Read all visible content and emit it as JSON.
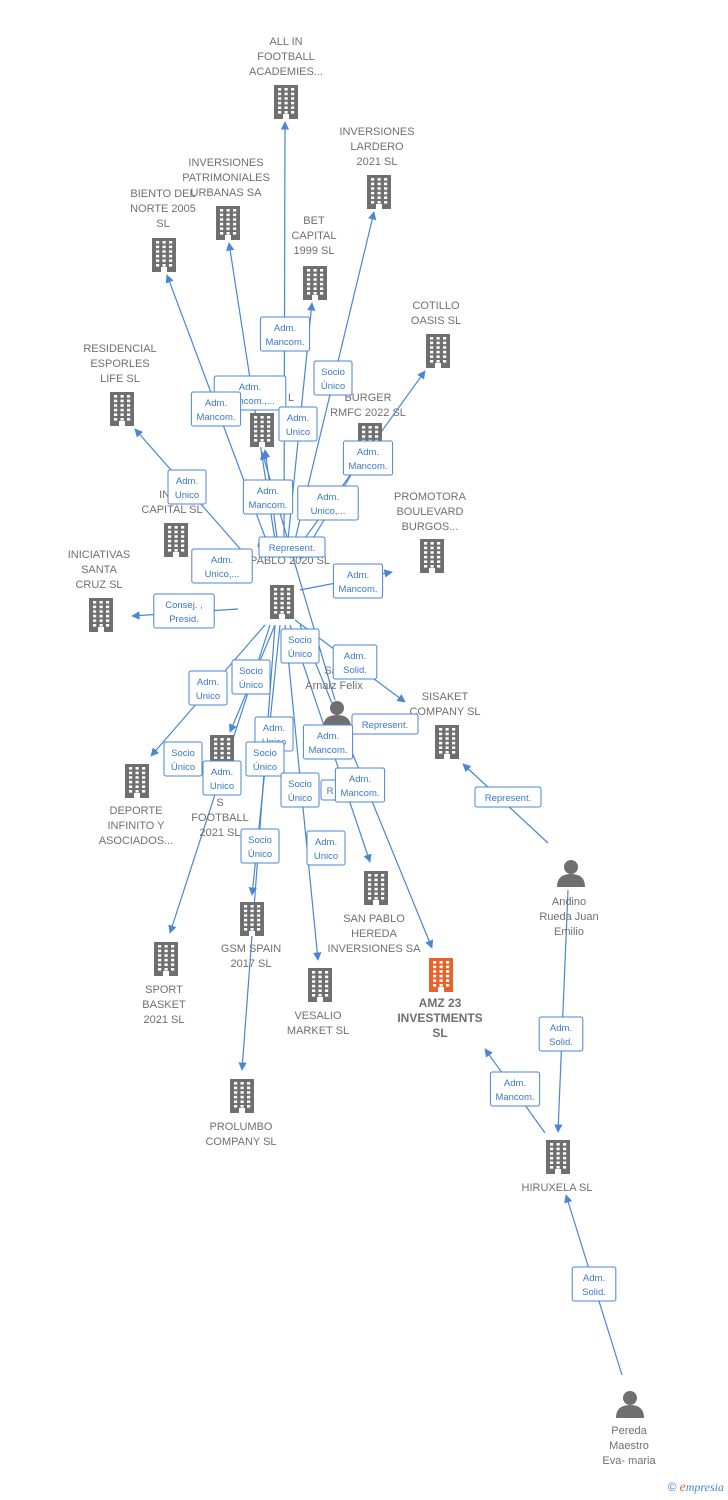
{
  "colors": {
    "edge": "#4a86d4",
    "company": "#6f6f6f",
    "focus": "#e8622c",
    "person": "#6f6f6f"
  },
  "nodes": [
    {
      "id": "n1",
      "kind": "company",
      "label": [
        "ALL IN",
        "FOOTBALL",
        "ACADEMIES..."
      ]
    },
    {
      "id": "n2",
      "kind": "company",
      "label": [
        "INVERSIONES",
        "LARDERO",
        "2021  SL"
      ]
    },
    {
      "id": "n3",
      "kind": "company",
      "label": [
        "INVERSIONES",
        "PATRIMONIALES",
        "URBANAS SA"
      ]
    },
    {
      "id": "n4",
      "kind": "company",
      "label": [
        "BIENTO DEL",
        "NORTE 2005",
        "SL"
      ]
    },
    {
      "id": "n5",
      "kind": "company",
      "label": [
        "BET",
        "CAPITAL",
        "1999  SL"
      ]
    },
    {
      "id": "n6",
      "kind": "company",
      "label": [
        "COTILLO",
        "OASIS  SL"
      ]
    },
    {
      "id": "n7",
      "kind": "company",
      "label": [
        "RESIDENCIAL",
        "ESPORLES",
        "LIFE  SL"
      ]
    },
    {
      "id": "n8",
      "kind": "company",
      "label": [
        "L"
      ]
    },
    {
      "id": "n9",
      "kind": "company",
      "label": [
        "BURGER",
        "RMFC 2022  SL"
      ]
    },
    {
      "id": "n10",
      "kind": "company",
      "label": [
        "IF",
        "INVE",
        "CAPITAL  SL"
      ]
    },
    {
      "id": "n11",
      "kind": "company",
      "label": [
        "PROMOTORA",
        "BOULEVARD",
        "BURGOS..."
      ]
    },
    {
      "id": "n12",
      "kind": "company",
      "label": [
        "INICIATIVAS",
        "SANTA",
        "CRUZ  SL"
      ]
    },
    {
      "id": "n13",
      "kind": "company",
      "label": [
        "GRUPO SAN",
        "PABLO 2020  SL"
      ]
    },
    {
      "id": "n14",
      "kind": "person",
      "label": [
        "San",
        "Arnaiz Felix"
      ]
    },
    {
      "id": "n15",
      "kind": "company",
      "label": [
        "SISAKET",
        "COMPANY  SL"
      ]
    },
    {
      "id": "n16",
      "kind": "company",
      "label": [
        "DEPORTE",
        "INFINITO Y",
        "ASOCIADOS..."
      ]
    },
    {
      "id": "n17",
      "kind": "company",
      "label": [
        "S",
        "FOOTBALL",
        "2021  SL"
      ]
    },
    {
      "id": "n18",
      "kind": "company",
      "label": [
        "SAN PABLO",
        "HEREDA",
        "INVERSIONES SA"
      ]
    },
    {
      "id": "n19",
      "kind": "person",
      "label": [
        "Andino",
        "Rueda Juan",
        "Emilio"
      ]
    },
    {
      "id": "n20",
      "kind": "company",
      "label": [
        "GSM SPAIN",
        "2017  SL"
      ]
    },
    {
      "id": "n21",
      "kind": "company",
      "label": [
        "SPORT",
        "BASKET",
        "2021  SL"
      ]
    },
    {
      "id": "n22",
      "kind": "company",
      "label": [
        "VESALIO",
        "MARKET  SL"
      ]
    },
    {
      "id": "n23",
      "kind": "focus",
      "label": [
        "AMZ 23",
        "INVESTMENTS",
        "SL"
      ]
    },
    {
      "id": "n24",
      "kind": "company",
      "label": [
        "PROLUMBO",
        "COMPANY  SL"
      ]
    },
    {
      "id": "n25",
      "kind": "company",
      "label": [
        "HIRUXELA  SL"
      ]
    },
    {
      "id": "n26",
      "kind": "person",
      "label": [
        "Pereda",
        "Maestro",
        "Eva- maria"
      ]
    }
  ],
  "edges": [
    {
      "from": "n13",
      "to": "n1"
    },
    {
      "from": "n13",
      "to": "n2"
    },
    {
      "from": "n13",
      "to": "n3"
    },
    {
      "from": "n13",
      "to": "n4"
    },
    {
      "from": "n13",
      "to": "n5"
    },
    {
      "from": "n13",
      "to": "n6"
    },
    {
      "from": "n13",
      "to": "n7"
    },
    {
      "from": "n13",
      "to": "n8"
    },
    {
      "from": "n13",
      "to": "n9"
    },
    {
      "from": "n13",
      "to": "n11"
    },
    {
      "from": "n13",
      "to": "n12"
    },
    {
      "from": "n13",
      "to": "n15"
    },
    {
      "from": "n13",
      "to": "n16"
    },
    {
      "from": "n13",
      "to": "n17"
    },
    {
      "from": "n13",
      "to": "n18"
    },
    {
      "from": "n13",
      "to": "n20"
    },
    {
      "from": "n13",
      "to": "n21"
    },
    {
      "from": "n13",
      "to": "n22"
    },
    {
      "from": "n13",
      "to": "n23"
    },
    {
      "from": "n13",
      "to": "n24"
    },
    {
      "from": "n14",
      "to": "n13"
    },
    {
      "from": "n19",
      "to": "n15"
    },
    {
      "from": "n19",
      "to": "n25"
    },
    {
      "from": "n25",
      "to": "n23"
    },
    {
      "from": "n26",
      "to": "n25"
    }
  ],
  "edge_labels": [
    {
      "id": "l1",
      "text": [
        "Adm.",
        "Mancom."
      ]
    },
    {
      "id": "l2",
      "text": [
        "Socio",
        "Único"
      ]
    },
    {
      "id": "l3",
      "text": [
        "Adm.",
        "Mancom.,..."
      ]
    },
    {
      "id": "l4",
      "text": [
        "Adm.",
        "Mancom."
      ]
    },
    {
      "id": "l5",
      "text": [
        "Adm.",
        "Unico"
      ]
    },
    {
      "id": "l6",
      "text": [
        "Adm.",
        "Mancom."
      ]
    },
    {
      "id": "l7",
      "text": [
        "Adm.",
        "Unico"
      ]
    },
    {
      "id": "l8",
      "text": [
        "Adm.",
        "Mancom."
      ]
    },
    {
      "id": "l9",
      "text": [
        "Adm.",
        "Unico,..."
      ]
    },
    {
      "id": "l10",
      "text": [
        "Represent."
      ]
    },
    {
      "id": "l11",
      "text": [
        "Adm.",
        "Unico,..."
      ]
    },
    {
      "id": "l12",
      "text": [
        "Adm.",
        "Mancom."
      ]
    },
    {
      "id": "l13",
      "text": [
        "Consej. ,",
        "Presid."
      ]
    },
    {
      "id": "l14",
      "text": [
        "Socio",
        "Único"
      ]
    },
    {
      "id": "l15",
      "text": [
        "Adm.",
        "Solid."
      ]
    },
    {
      "id": "l16",
      "text": [
        "Socio",
        "Único"
      ]
    },
    {
      "id": "l17",
      "text": [
        "Adm.",
        "Unico"
      ]
    },
    {
      "id": "l18",
      "text": [
        "Represent."
      ]
    },
    {
      "id": "l19",
      "text": [
        "Adm.",
        "Unico"
      ]
    },
    {
      "id": "l20",
      "text": [
        "Adm.",
        "Mancom."
      ]
    },
    {
      "id": "l21",
      "text": [
        "Socio",
        "Único"
      ]
    },
    {
      "id": "l22",
      "text": [
        "Socio",
        "Único"
      ]
    },
    {
      "id": "l23",
      "text": [
        "Adm.",
        "Unico"
      ]
    },
    {
      "id": "l24",
      "text": [
        "Socio",
        "Único"
      ]
    },
    {
      "id": "l25",
      "text": [
        "R"
      ]
    },
    {
      "id": "l26",
      "text": [
        "Adm.",
        "Mancom."
      ]
    },
    {
      "id": "l27",
      "text": [
        "Represent."
      ]
    },
    {
      "id": "l28",
      "text": [
        "Socio",
        "Único"
      ]
    },
    {
      "id": "l29",
      "text": [
        "Adm.",
        "Unico"
      ]
    },
    {
      "id": "l30",
      "text": [
        "Adm.",
        "Solid."
      ]
    },
    {
      "id": "l31",
      "text": [
        "Adm.",
        "Mancom."
      ]
    },
    {
      "id": "l32",
      "text": [
        "Adm.",
        "Solid."
      ]
    }
  ],
  "footer": {
    "copyright": "©",
    "brand_initial": "e",
    "brand_rest": "mpresia"
  }
}
